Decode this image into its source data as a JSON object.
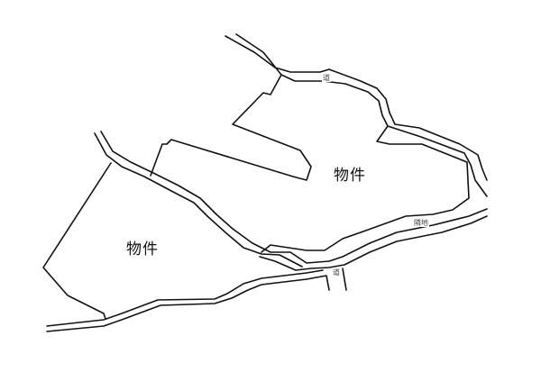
{
  "diagram": {
    "type": "land-parcel-map",
    "background": "#ffffff",
    "line_color": "#111111",
    "labels": {
      "parcel_right": "物件",
      "parcel_left": "物件",
      "road_top": "道",
      "road_bottom": "道",
      "neighbor_land": "隣地"
    }
  }
}
